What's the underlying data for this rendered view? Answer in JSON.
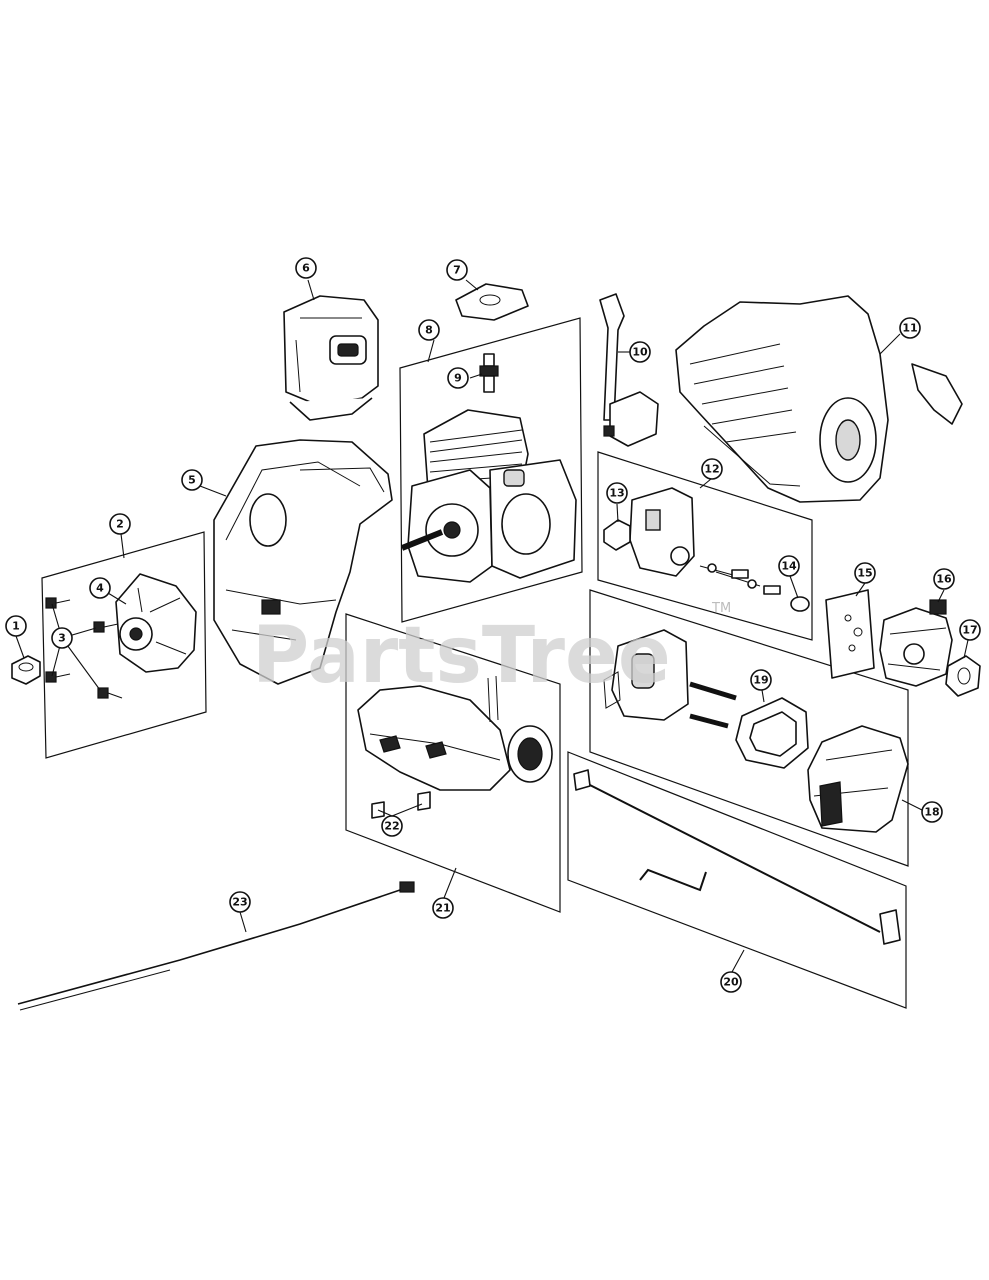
{
  "watermark": {
    "text": "PartsTree",
    "trademark": "TM",
    "color": "#cfcfcf"
  },
  "callouts": [
    "1",
    "2",
    "3",
    "4",
    "5",
    "6",
    "7",
    "8",
    "9",
    "10",
    "11",
    "12",
    "13",
    "14",
    "15",
    "16",
    "17",
    "18",
    "19",
    "20",
    "21",
    "22",
    "23"
  ]
}
